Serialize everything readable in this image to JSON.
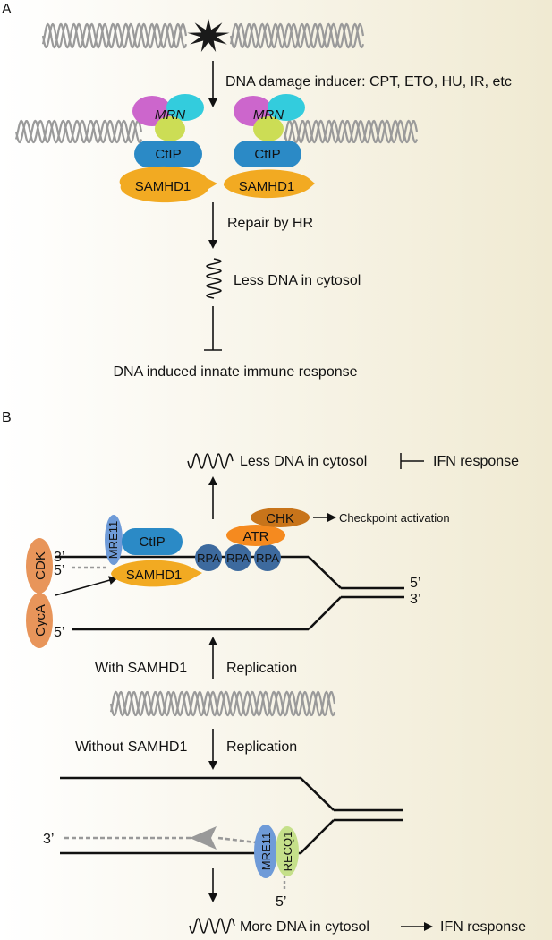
{
  "panel_a": {
    "label": "A",
    "step1": "DNA damage inducer: CPT, ETO, HU, IR, etc",
    "mrn": "MRN",
    "ctip": "CtIP",
    "samhd1": "SAMHD1",
    "step2": "Repair by HR",
    "cytosol": "Less DNA in cytosol",
    "outcome": "DNA induced innate immune response"
  },
  "panel_b": {
    "label": "B",
    "cytosol_top": "Less DNA in cytosol",
    "ifn_top": "IFN response",
    "chk": "CHK",
    "checkpoint": "Checkpoint activation",
    "atr": "ATR",
    "mre11": "MRE11",
    "ctip": "CtIP",
    "samhd1": "SAMHD1",
    "rpa": "RPA",
    "cdk": "CDK",
    "cyca": "CycA",
    "end_3": "3’",
    "end_5": "5’",
    "with_samhd1": "With SAMHD1",
    "without_samhd1": "Without SAMHD1",
    "replication": "Replication",
    "recq1": "RECQ1",
    "cytosol_bottom": "More DNA in cytosol",
    "ifn_bottom": "IFN response"
  },
  "colors": {
    "background_left": "#ffffff",
    "background_right": "#f0ead2",
    "dna_helix": "#9a9a9a",
    "mrn_magenta": "#cc66cc",
    "mrn_cyan": "#33ccdd",
    "mrn_yellow": "#ccdd55",
    "ctip": "#2b8ac6",
    "samhd1": "#f2aa22",
    "rpa": "#3d6a9e",
    "atr": "#f58a1f",
    "chk": "#c8741a",
    "mre11": "#6f9bd8",
    "cdk_cyca": "#e8955a",
    "recq1": "#c5e08a",
    "damage_star": "#1a1a1a"
  }
}
